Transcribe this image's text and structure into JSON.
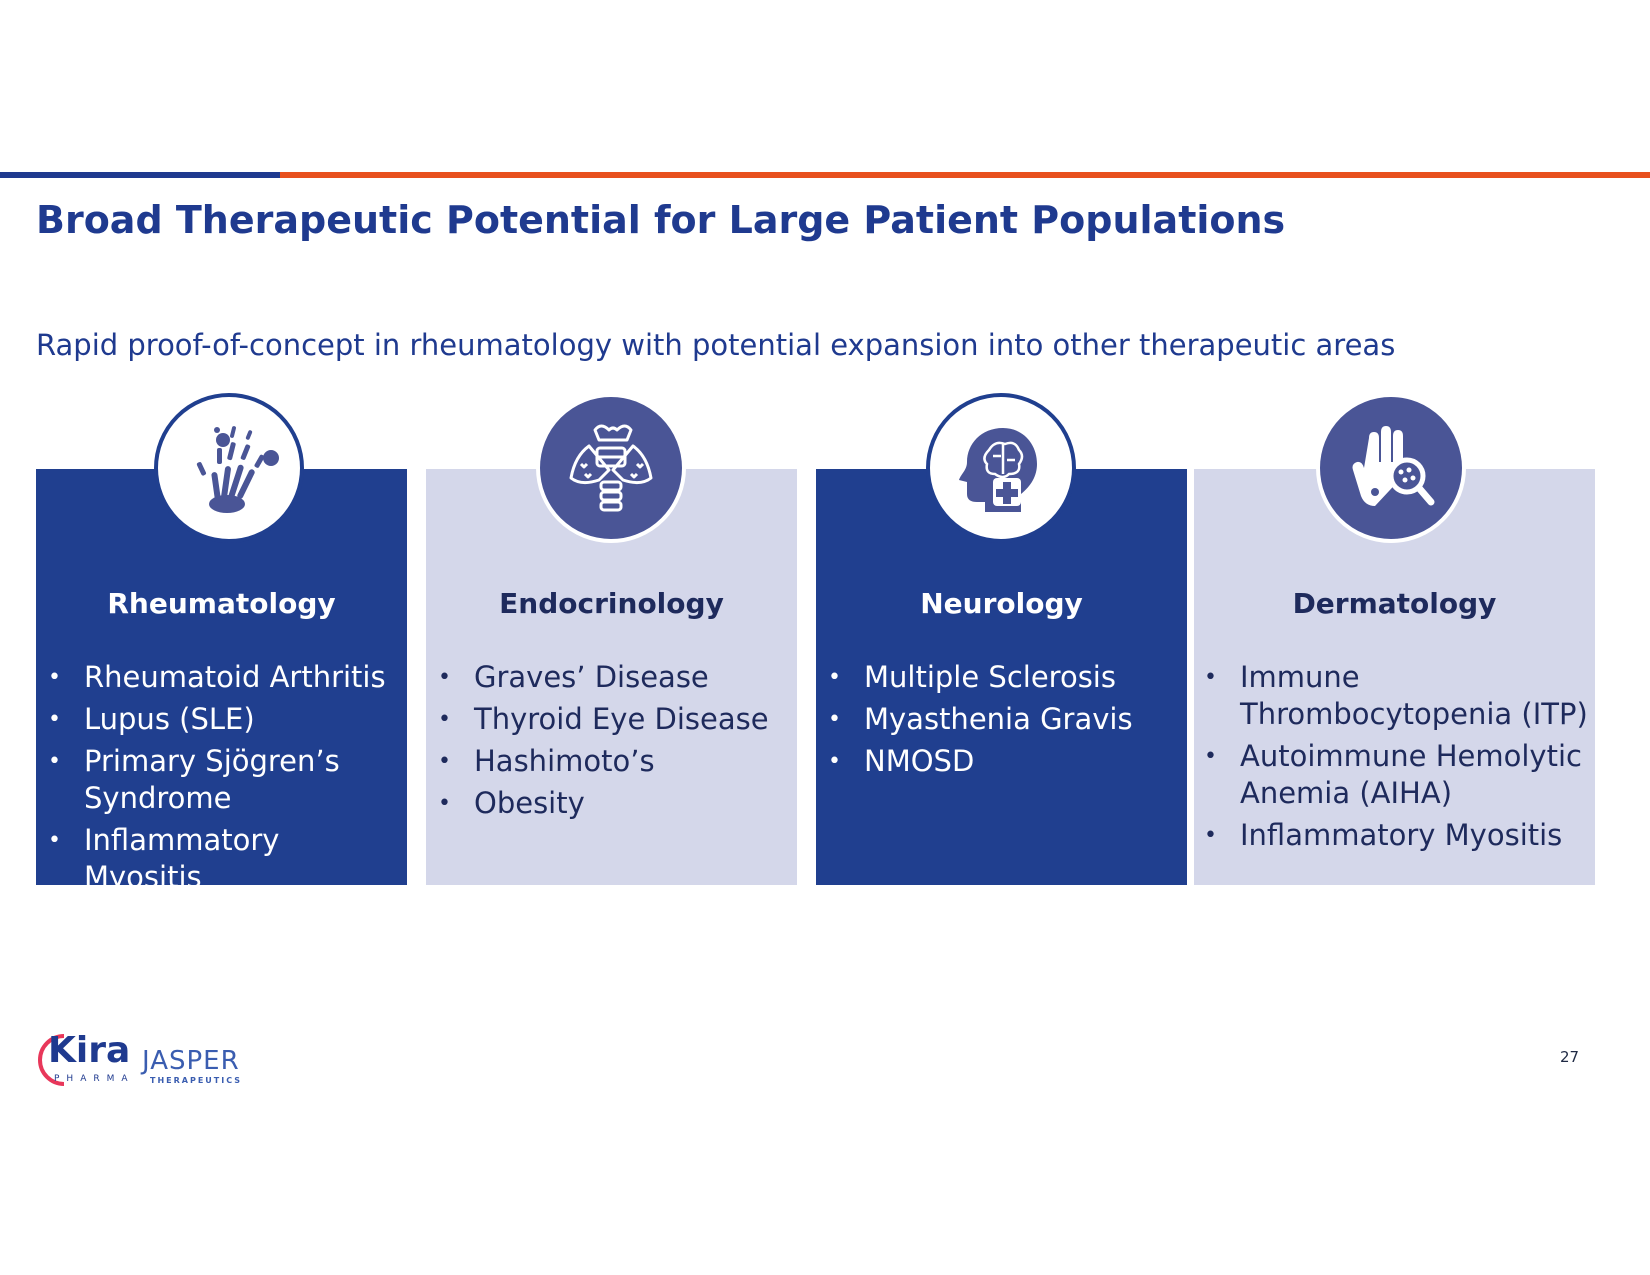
{
  "title": "Broad Therapeutic Potential for Large Patient Populations",
  "subtitle": "Rapid proof-of-concept in rheumatology with potential expansion into other therapeutic areas",
  "areas": [
    {
      "heading": "Rheumatology",
      "icon": "hand-skeleton-icon",
      "items": [
        "Rheumatoid Arthritis",
        "Lupus (SLE)",
        "Primary Sjögren’s Syndrome",
        "Inflammatory Myositis"
      ]
    },
    {
      "heading": "Endocrinology",
      "icon": "thyroid-icon",
      "items": [
        "Graves’ Disease",
        "Thyroid Eye Disease",
        "Hashimoto’s",
        "Obesity"
      ]
    },
    {
      "heading": "Neurology",
      "icon": "head-brain-icon",
      "items": [
        "Multiple Sclerosis",
        "Myasthenia Gravis",
        "NMOSD"
      ]
    },
    {
      "heading": "Dermatology",
      "icon": "skin-magnifier-icon",
      "items": [
        "Immune Thrombocytopenia (ITP)",
        "Autoimmune Hemolytic Anemia (AIHA)",
        "Inflammatory Myositis"
      ]
    }
  ],
  "bullet": "•",
  "logos": {
    "kira": "Kira",
    "kira_sub": "PHARMA",
    "jasper": "JASPER",
    "jasper_sub": "THERAPEUTICS"
  },
  "page_number": "27",
  "colors": {
    "brand_blue": "#203f8f",
    "accent_orange": "#e8501e",
    "card_light": "#d4d7ea",
    "icon_purple": "#4a5596"
  }
}
